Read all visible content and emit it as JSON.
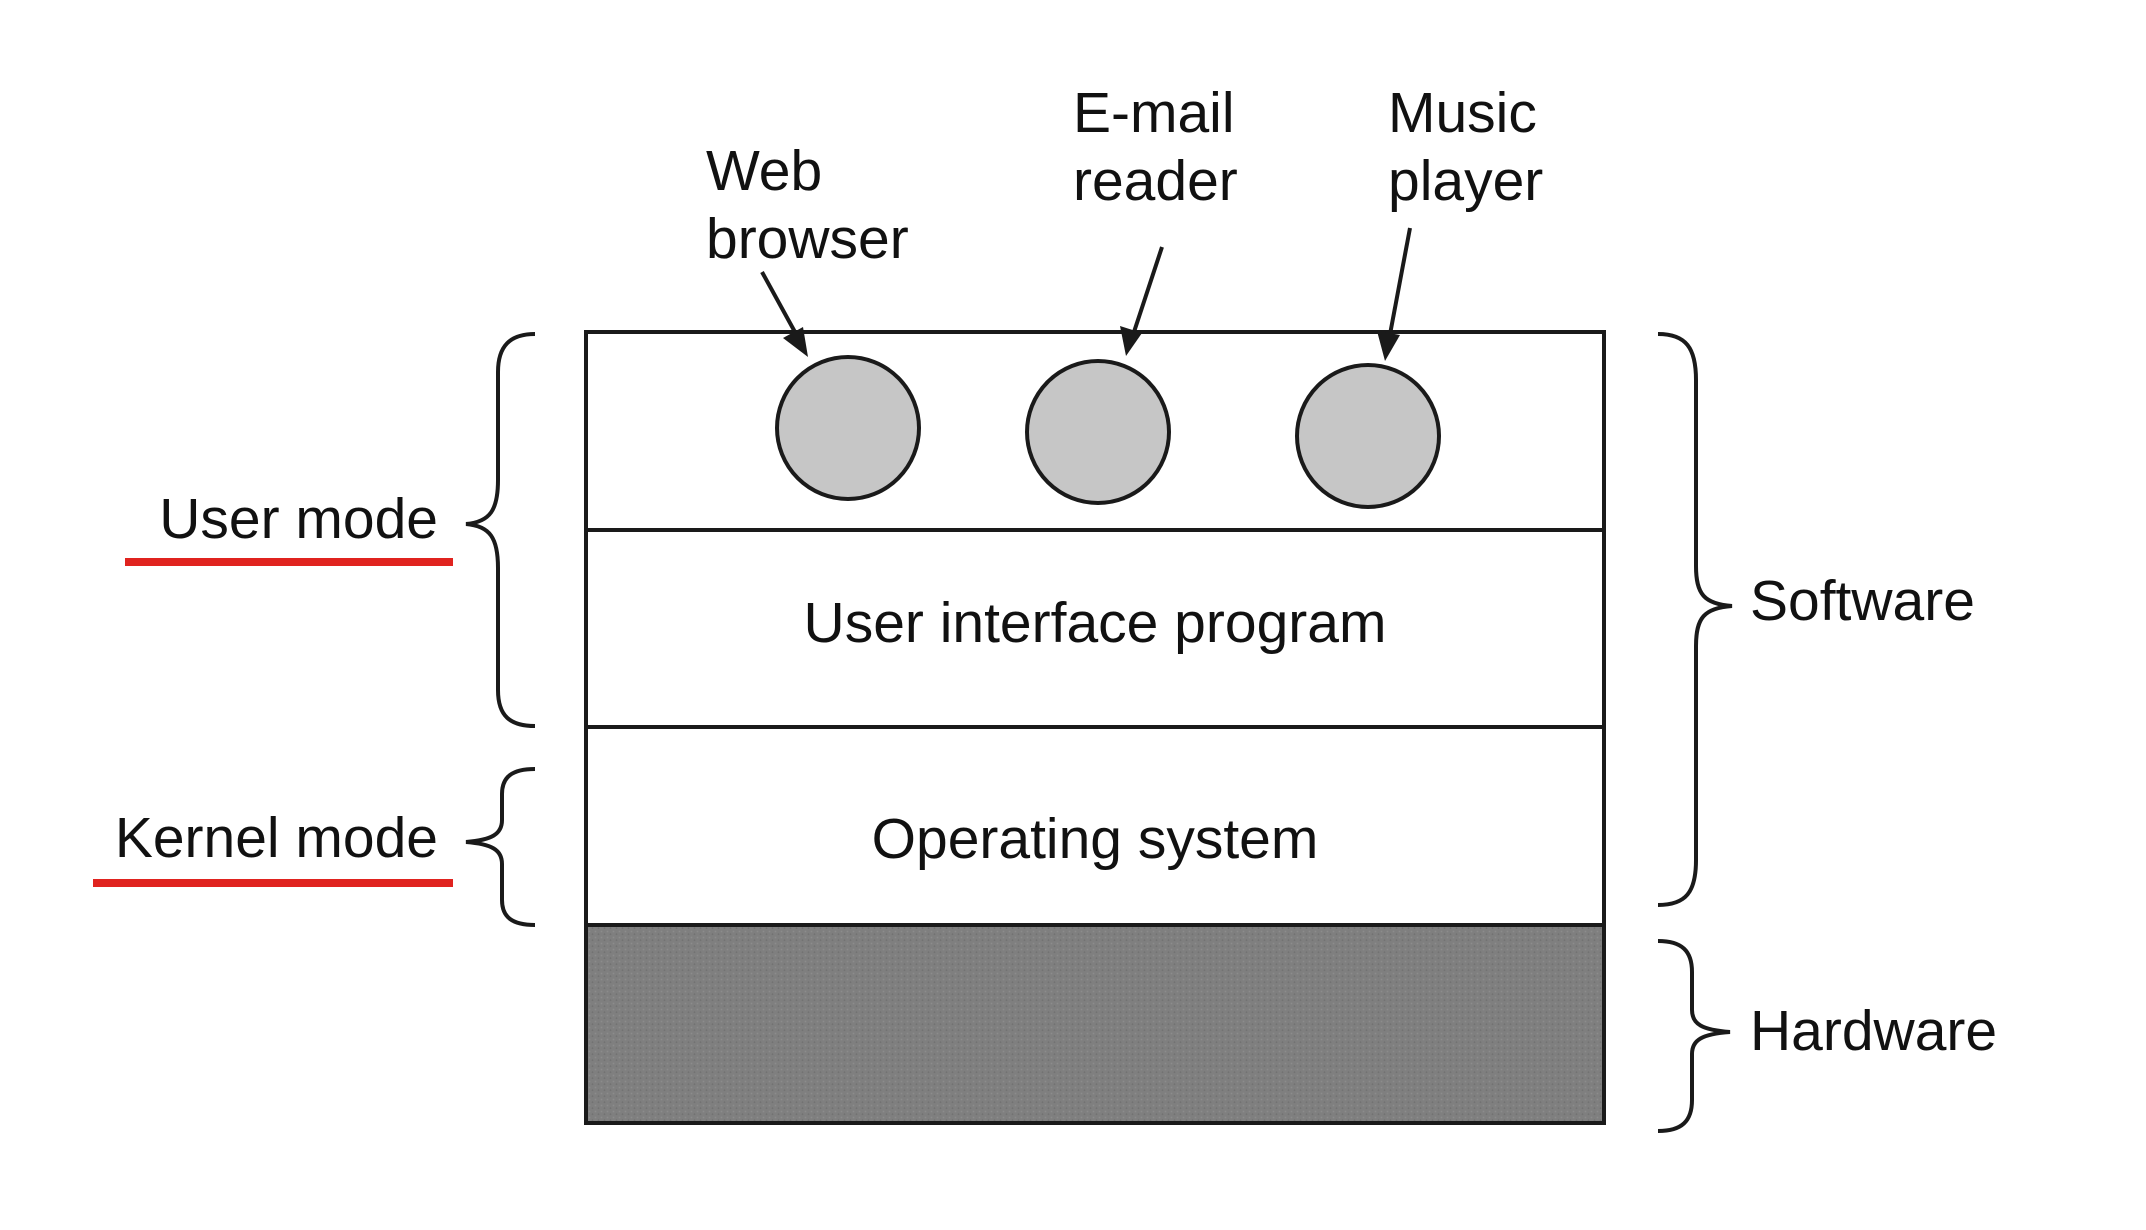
{
  "apps": [
    {
      "label_lines": [
        "Web",
        "browser"
      ]
    },
    {
      "label_lines": [
        "E-mail",
        "reader"
      ]
    },
    {
      "label_lines": [
        "Music",
        "player"
      ]
    }
  ],
  "layers": {
    "user_interface": "User interface program",
    "operating_system": "Operating system"
  },
  "modes": {
    "user_mode": "User mode",
    "kernel_mode": "Kernel mode"
  },
  "groups": {
    "software": "Software",
    "hardware": "Hardware"
  },
  "colors": {
    "circle_fill": "#c6c6c6",
    "hardware_fill": "#7f7f7f",
    "underline": "#e0231f",
    "line": "#1a1a1a"
  }
}
